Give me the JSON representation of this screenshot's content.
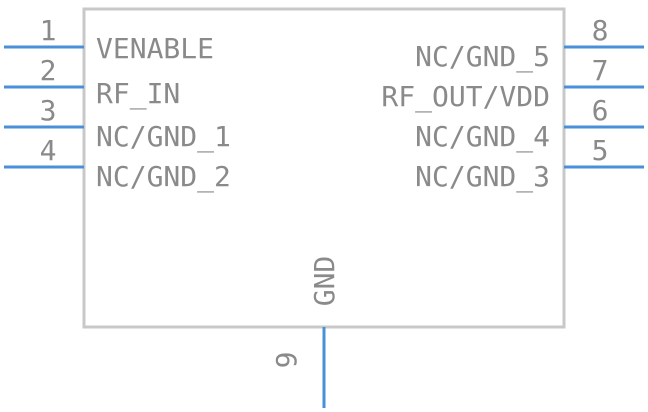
{
  "colors": {
    "body_outline": "#c8c8c8",
    "pin_line": "#4a90d9",
    "text": "#8a8a8a",
    "background": "#ffffff"
  },
  "pins": {
    "p1": {
      "number": "1",
      "name": "VENABLE"
    },
    "p2": {
      "number": "2",
      "name": "RF_IN"
    },
    "p3": {
      "number": "3",
      "name": "NC/GND_1"
    },
    "p4": {
      "number": "4",
      "name": "NC/GND_2"
    },
    "p5": {
      "number": "5",
      "name": "NC/GND_3"
    },
    "p6": {
      "number": "6",
      "name": "NC/GND_4"
    },
    "p7": {
      "number": "7",
      "name": "RF_OUT/VDD"
    },
    "p8": {
      "number": "8",
      "name": "NC/GND_5"
    },
    "p9": {
      "number": "9",
      "name": "GND"
    }
  }
}
